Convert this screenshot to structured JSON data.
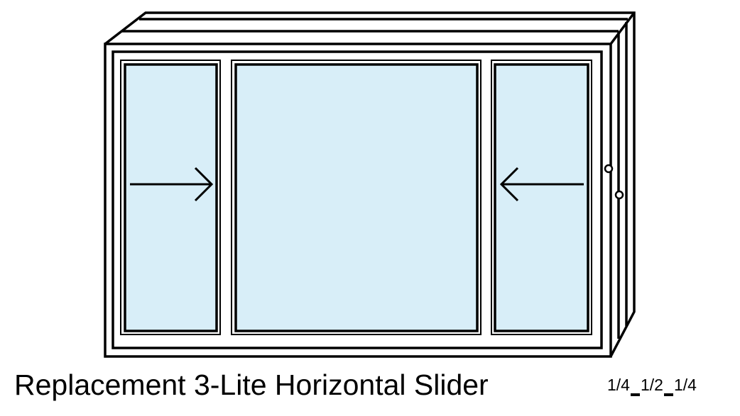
{
  "title": "Replacement 3-Lite Horizontal Slider",
  "fractions": [
    "1/4",
    "1/2",
    "1/4"
  ],
  "colors": {
    "glass": "#d8eef8",
    "stroke": "#000000"
  }
}
